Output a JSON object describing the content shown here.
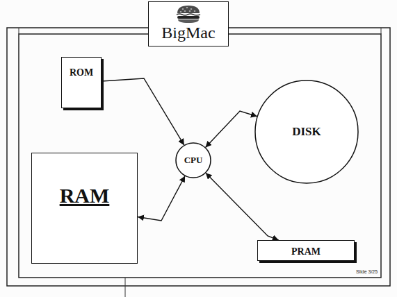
{
  "diagram": {
    "nodes": [
      {
        "text": [
          "BigMac"
        ]
      },
      {
        "text": [
          "ROM"
        ]
      },
      {
        "text": [
          "DISK"
        ]
      },
      {
        "text": [
          "CPU"
        ]
      },
      {
        "text": [
          "RAM"
        ]
      },
      {
        "text": [
          "PRAM"
        ]
      }
    ],
    "edges": [
      {
        "from": 1,
        "to": 3,
        "arrow": "to"
      },
      {
        "from": 3,
        "to": 2,
        "arrow": "both"
      },
      {
        "from": 4,
        "to": 3,
        "arrow": "both"
      },
      {
        "from": 3,
        "to": 5,
        "arrow": "both"
      }
    ],
    "labels": [
      "Slide 3/25"
    ]
  }
}
